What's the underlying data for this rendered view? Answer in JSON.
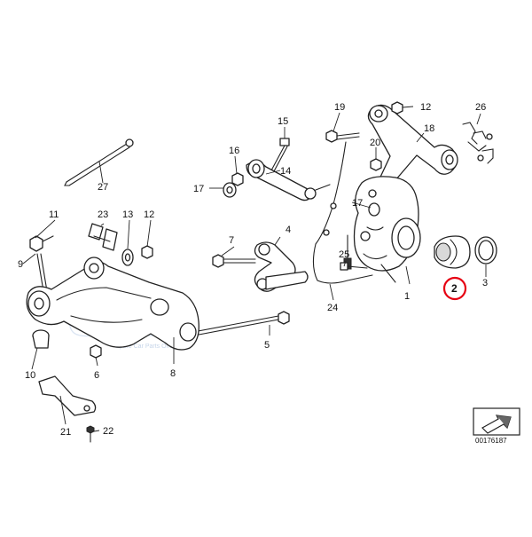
{
  "diagram": {
    "highlight_color": "#e60012",
    "highlighted_part": "2",
    "ref_number": "00176187",
    "watermark": {
      "text": "SCP",
      "subtext": "Spare Car Parts Online"
    },
    "labels": {
      "p1": "1",
      "p2": "2",
      "p3": "3",
      "p4": "4",
      "p5": "5",
      "p6": "6",
      "p7": "7",
      "p8": "8",
      "p9": "9",
      "p10": "10",
      "p11": "11",
      "p12a": "12",
      "p12b": "12",
      "p13": "13",
      "p14": "14",
      "p15": "15",
      "p16": "16",
      "p17a": "17",
      "p17b": "17",
      "p18": "18",
      "p19": "19",
      "p20": "20",
      "p21": "21",
      "p22": "22",
      "p23": "23",
      "p24": "24",
      "p25": "25",
      "p26": "26",
      "p27": "27"
    }
  }
}
